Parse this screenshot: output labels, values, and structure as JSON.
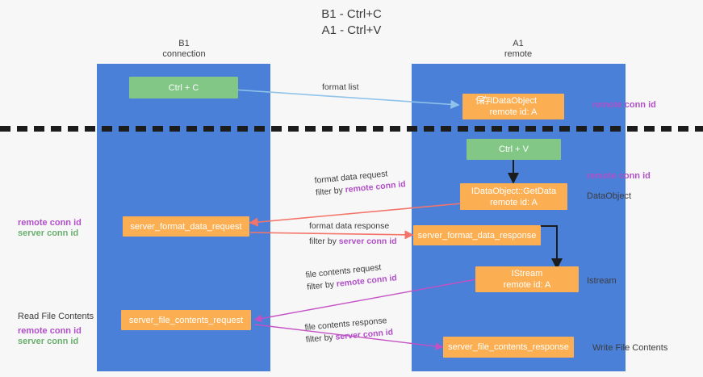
{
  "title": {
    "line1": "B1 - Ctrl+C",
    "line2": "A1 - Ctrl+V"
  },
  "columns": [
    {
      "name": "B1",
      "role": "connection"
    },
    {
      "name": "A1",
      "role": "remote"
    }
  ],
  "nodes": [
    {
      "id": "ctrl-c",
      "label": "Ctrl + C",
      "sub": "",
      "color": "#82c785"
    },
    {
      "id": "idataobject",
      "label": "IDataObject",
      "sub": "remote id: A",
      "color": "#fcaf52",
      "artifact": "保存"
    },
    {
      "id": "ctrl-v",
      "label": "Ctrl + V",
      "sub": "",
      "color": "#82c785"
    },
    {
      "id": "getdata",
      "label": "IDataObject::GetData",
      "sub": "remote id: A",
      "color": "#fcaf52"
    },
    {
      "id": "server-format-data-request",
      "label": "server_format_data_request",
      "sub": "",
      "color": "#fcaf52"
    },
    {
      "id": "server-format-data-response",
      "label": "server_format_data_response",
      "sub": "",
      "color": "#fcaf52"
    },
    {
      "id": "istream",
      "label": "IStream",
      "sub": "remote id: A",
      "color": "#fcaf52"
    },
    {
      "id": "server-file-contents-request",
      "label": "server_file_contents_request",
      "sub": "",
      "color": "#fcaf52"
    },
    {
      "id": "server-file-contents-response",
      "label": "server_file_contents_response",
      "sub": "",
      "color": "#fcaf52"
    }
  ],
  "edges": [
    {
      "id": "format-list",
      "label": "format list",
      "filter": ""
    },
    {
      "id": "format-data-request",
      "label": "format data request",
      "filter_prefix": "filter by ",
      "filter_value": "remote conn id"
    },
    {
      "id": "format-data-response",
      "label": "format data response",
      "filter_prefix": "filter by ",
      "filter_value": "server conn id"
    },
    {
      "id": "file-contents-request",
      "label": "file contents request",
      "filter_prefix": "filter by ",
      "filter_value": "remote conn id"
    },
    {
      "id": "file-contents-response",
      "label": "file contents response",
      "filter_prefix": "filter by ",
      "filter_value": "server conn id"
    }
  ],
  "annotations": {
    "right_remote_conn_id_top": "remote conn id",
    "right_remote_conn_id_mid": "remote conn id",
    "right_dataobject": "DataObject",
    "right_istream": "Istream",
    "right_write_file_contents": "Write File Contents",
    "left_remote_conn_id": "remote conn id",
    "left_server_conn_id": "server conn id",
    "left_read_file_contents": "Read File Contents",
    "left_remote_conn_id_2": "remote conn id",
    "left_server_conn_id_2": "server conn id"
  },
  "colors": {
    "lane": "#4a80d8",
    "green_node": "#82c785",
    "orange_node": "#fcaf52",
    "purple_text": "#b14fc8",
    "green_text": "#6ab06e",
    "arrow_blue": "#8fc3ea",
    "arrow_red": "#f4746a",
    "arrow_magenta": "#c450c4",
    "arrow_black": "#1c1c1c",
    "divider": "#1c1c1c",
    "background": "#f7f7f7"
  }
}
